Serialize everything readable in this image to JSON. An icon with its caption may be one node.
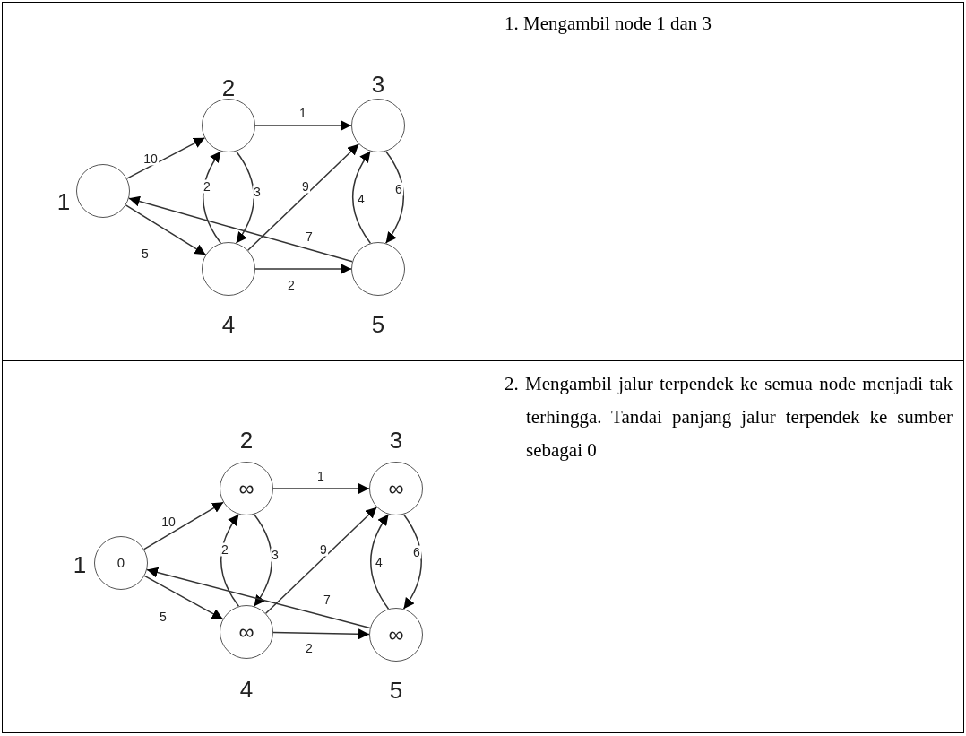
{
  "diagram": {
    "nodes": [
      {
        "text": [],
        "shape": "circle",
        "beside": [
          "1"
        ]
      },
      {
        "text": [],
        "shape": "circle",
        "beside": [
          "2"
        ]
      },
      {
        "text": [],
        "shape": "circle",
        "beside": [
          "3"
        ]
      },
      {
        "text": [],
        "shape": "circle",
        "beside": [
          "4"
        ]
      },
      {
        "text": [],
        "shape": "circle",
        "beside": [
          "5"
        ]
      },
      {
        "text": [
          "0"
        ],
        "beside": [
          "1"
        ]
      },
      {
        "text": [
          "∞"
        ],
        "beside": [
          "2"
        ]
      },
      {
        "text": [
          "∞"
        ],
        "beside": [
          "3"
        ]
      },
      {
        "text": [
          "∞"
        ],
        "beside": [
          "4"
        ]
      },
      {
        "text": [
          "∞"
        ],
        "beside": [
          "5"
        ]
      }
    ],
    "edges": [
      {
        "from": 0,
        "to": 1,
        "arrow": "to",
        "label": "10"
      },
      {
        "from": 0,
        "to": 3,
        "arrow": "to",
        "label": "5"
      },
      {
        "from": 1,
        "to": 2,
        "arrow": "to",
        "label": "1"
      },
      {
        "from": 1,
        "to": 3,
        "arrow": "to",
        "label": "3"
      },
      {
        "from": 3,
        "to": 1,
        "arrow": "to",
        "label": "2"
      },
      {
        "from": 3,
        "to": 2,
        "arrow": "to",
        "label": "9"
      },
      {
        "from": 3,
        "to": 4,
        "arrow": "to",
        "label": "2"
      },
      {
        "from": 4,
        "to": 0,
        "arrow": "to",
        "label": "7"
      },
      {
        "from": 2,
        "to": 4,
        "arrow": "to",
        "label": "6"
      },
      {
        "from": 4,
        "to": 2,
        "arrow": "to",
        "label": "4"
      },
      {
        "from": 5,
        "to": 6,
        "arrow": "to",
        "label": "10"
      },
      {
        "from": 5,
        "to": 8,
        "arrow": "to",
        "label": "5"
      },
      {
        "from": 6,
        "to": 7,
        "arrow": "to",
        "label": "1"
      },
      {
        "from": 6,
        "to": 8,
        "arrow": "to",
        "label": "3"
      },
      {
        "from": 8,
        "to": 6,
        "arrow": "to",
        "label": "2"
      },
      {
        "from": 8,
        "to": 7,
        "arrow": "to",
        "label": "9"
      },
      {
        "from": 8,
        "to": 9,
        "arrow": "to",
        "label": "2"
      },
      {
        "from": 9,
        "to": 5,
        "arrow": "to",
        "label": "7"
      },
      {
        "from": 7,
        "to": 9,
        "arrow": "to",
        "label": "6"
      },
      {
        "from": 9,
        "to": 7,
        "arrow": "to",
        "label": "4"
      }
    ],
    "labels": [
      "1. Mengambil node 1 dan 3",
      "2. Mengambil jalur terpendek ke semua node menjadi tak terhingga. Tandai panjang jalur terpendek ke sumber sebagai 0"
    ]
  }
}
